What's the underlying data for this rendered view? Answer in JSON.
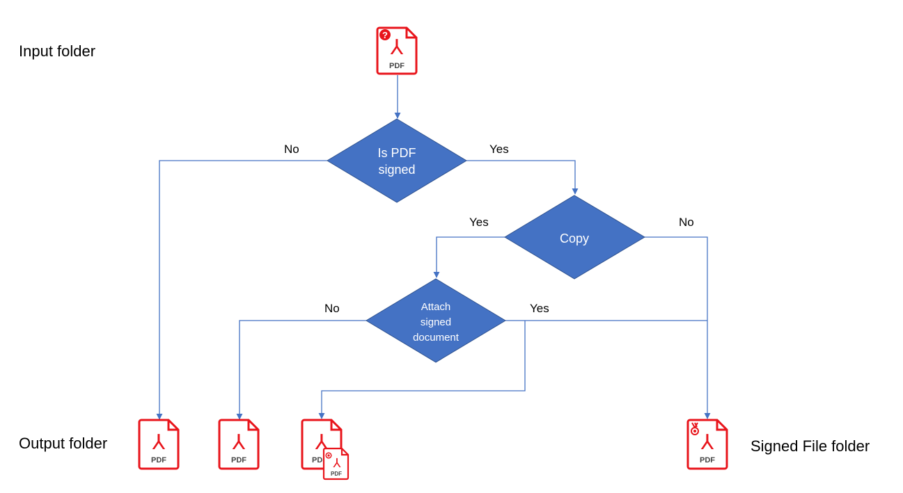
{
  "folders": {
    "input": "Input folder",
    "output": "Output folder",
    "signed": "Signed File folder"
  },
  "decisions": {
    "is_signed": [
      "Is PDF",
      "signed"
    ],
    "copy": [
      "Copy"
    ],
    "attach": [
      "Attach",
      "signed",
      "document"
    ]
  },
  "edges": {
    "is_signed_no": "No",
    "is_signed_yes": "Yes",
    "copy_yes": "Yes",
    "copy_no": "No",
    "attach_no": "No",
    "attach_yes": "Yes"
  },
  "pdf_label": "PDF",
  "icons": {
    "unknown": "question-badge",
    "signed": "ribbon-badge"
  },
  "colors": {
    "diamond_fill": "#4472c4",
    "diamond_stroke": "#2f528f",
    "connector": "#4472c4",
    "pdf_red": "#e8141b"
  }
}
